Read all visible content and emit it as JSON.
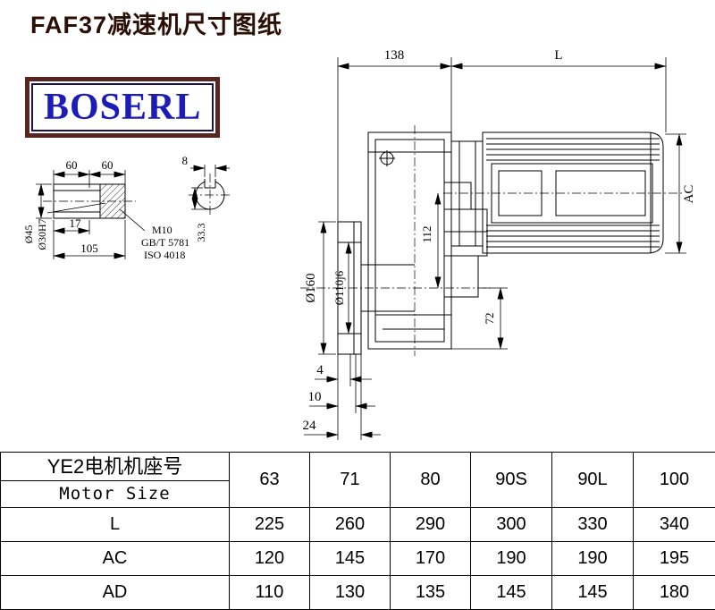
{
  "page": {
    "title": "FAF37减速机尺寸图纸",
    "logo_text": "BOSERL"
  },
  "drawing": {
    "dim_138": "138",
    "dim_L": "L",
    "dim_AC": "AC",
    "dim_60_left": "60",
    "dim_60_right": "60",
    "dim_8": "8",
    "dim_d45": "Ø45",
    "dim_d30": "Ø30H7",
    "dim_17": "17",
    "dim_105": "105",
    "thread_m10": "M10",
    "thread_gb": "GB/T 5781",
    "thread_iso": "ISO 4018",
    "dim_333": "33.3",
    "dim_d160": "Ø160",
    "dim_d110": "Ø110j6",
    "dim_112": "112",
    "dim_72": "72",
    "dim_4": "4",
    "dim_10": "10",
    "dim_24": "24"
  },
  "table": {
    "header_cn": "YE2电机机座号",
    "header_en": "Motor Size",
    "sizes": [
      "63",
      "71",
      "80",
      "90S",
      "90L",
      "100"
    ],
    "rows": [
      {
        "label": "L",
        "values": [
          "225",
          "260",
          "290",
          "300",
          "330",
          "340"
        ]
      },
      {
        "label": "AC",
        "values": [
          "120",
          "145",
          "170",
          "190",
          "190",
          "195"
        ]
      },
      {
        "label": "AD",
        "values": [
          "110",
          "130",
          "135",
          "145",
          "145",
          "180"
        ]
      }
    ]
  }
}
